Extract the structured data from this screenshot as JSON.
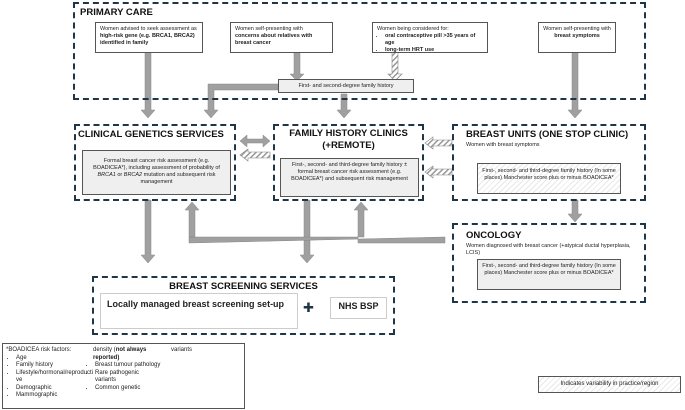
{
  "primary_care": {
    "title": "PRIMARY CARE",
    "box1": {
      "pre": "Women advised to seek assessment as ",
      "bold": "high-risk gene (e.g. BRCA1, BRCA2) identified in family"
    },
    "box2": {
      "pre": "Women self-presenting with ",
      "bold": "concerns about relatives with breast cancer"
    },
    "box3": {
      "pre": "Women being considered for:",
      "items": [
        "oral contraceptive pill >35 years of age",
        "long-term HRT use"
      ]
    },
    "box4": {
      "pre": "Women self-presenting with ",
      "bold": "breast symptoms"
    },
    "family_history_bar": "First- and second-degree family history"
  },
  "clinical_genetics": {
    "title": "CLINICAL GENETICS SERVICES",
    "text1": "Formal breast cancer risk assessment (e.g. BOADICEA*), including assessment of probability of ",
    "i1": "BRCA1",
    "or": " or ",
    "i2": "BRCA2",
    "text2": " mutation and subsequent risk management"
  },
  "family_history_clinics": {
    "title1": "FAMILY HISTORY CLINICS",
    "title2": "(+REMOTE)",
    "text": "First-, second- and third-degree family history ± formal breast cancer risk assessment (e.g. BOADICEA*) and subsequent risk management"
  },
  "breast_units": {
    "title": "BREAST UNITS (ONE STOP CLINIC)",
    "subtitle": "Women with breast symptoms",
    "text": "First-, second- and third-degree family history (In some places) Manchester score plus or minus BOADICEA*"
  },
  "oncology": {
    "title": "ONCOLOGY",
    "subtitle": "Women diagnosed with breast cancer (+atypical ductal hyperplasia, LCIS)",
    "text": "First-, second- and third-degree family history (In some places) Manchester score plus or minus BOADICEA*"
  },
  "breast_screening": {
    "title": "BREAST SCREENING SERVICES",
    "local": "Locally managed breast screening set-up",
    "plus": "plus-icon",
    "nhs": "NHS BSP"
  },
  "footnote": {
    "heading": "*BOADICEA risk factors:",
    "col1": [
      "Age",
      "Family history",
      "Lifestyle/hormonal/reproductive",
      "Demographic",
      "Mammographic"
    ],
    "col2_pre": "density (",
    "col2_bold": "not always reported",
    ")": ")",
    "col2": [
      "Breast tumour pathology",
      "Rare pathogenic variants",
      "Common genetic"
    ],
    "col3": "variants"
  },
  "legend": {
    "text": "Indicates variability in practice/region"
  },
  "colors": {
    "dash": "#1f3647",
    "arrow": "#999999",
    "hatch": "#e8e8e8"
  }
}
